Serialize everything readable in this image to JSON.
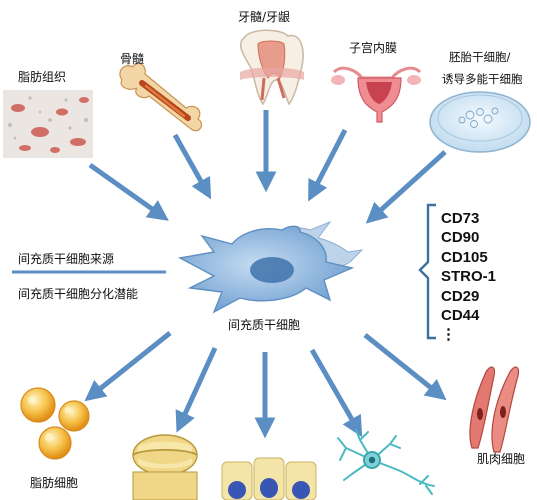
{
  "sources": {
    "adipose": "脂肪组织",
    "bone_marrow": "骨髓",
    "dental": "牙髓/牙龈",
    "endometrium": "子宫内膜",
    "embryonic_line1": "胚胎干细胞/",
    "embryonic_line2": "诱导多能干细胞"
  },
  "center": {
    "label": "间充质干细胞",
    "source_label": "间充质干细胞来源",
    "potential_label": "间充质干细胞分化潜能"
  },
  "markers": [
    "CD73",
    "CD90",
    "CD105",
    "STRO-1",
    "CD29",
    "CD44",
    "⋮"
  ],
  "products": {
    "adipocyte": "脂肪细胞",
    "muscle": "肌肉细胞"
  },
  "colors": {
    "arrow": "#5b8ec2",
    "cell": "#8fb4dc",
    "bracket": "#3d6f9f"
  }
}
